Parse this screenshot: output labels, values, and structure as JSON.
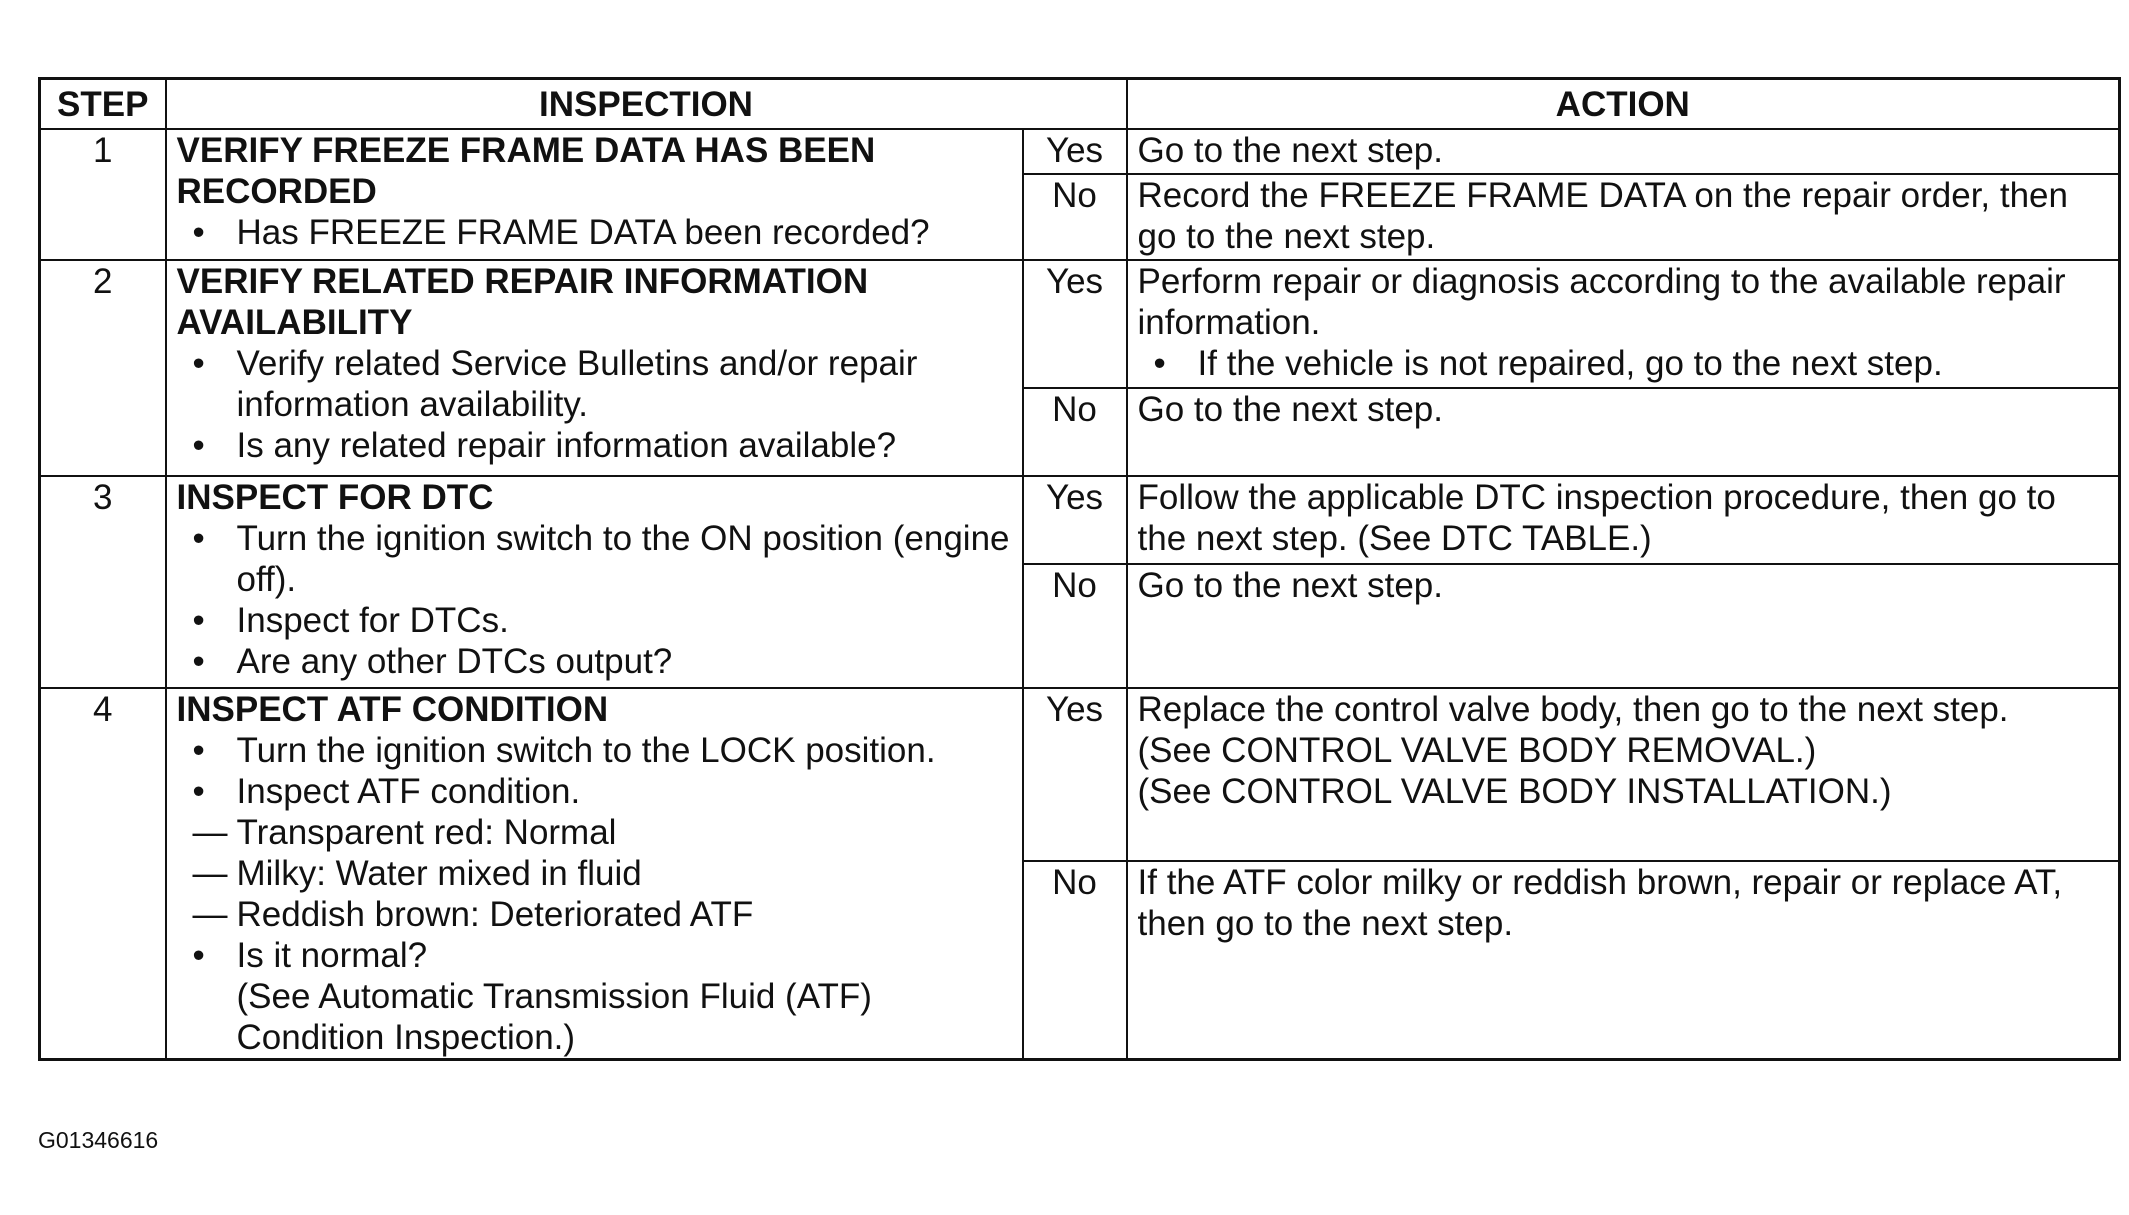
{
  "header": {
    "step": "STEP",
    "inspection": "INSPECTION",
    "action": "ACTION"
  },
  "steps": [
    {
      "num": "1",
      "title": "VERIFY FREEZE FRAME DATA HAS BEEN RECORDED",
      "bullets": [
        "Has FREEZE FRAME DATA been recorded?"
      ],
      "yes_label": "Yes",
      "yes_text": "Go to the next step.",
      "no_label": "No",
      "no_text": "Record the FREEZE FRAME DATA on the repair order, then go to the next step."
    },
    {
      "num": "2",
      "title": "VERIFY RELATED REPAIR INFORMATION AVAILABILITY",
      "bullets": [
        "Verify related Service Bulletins and/or repair information availability.",
        "Is any related repair information available?"
      ],
      "yes_label": "Yes",
      "yes_text": "Perform repair or diagnosis according to the available repair information.",
      "yes_bullet": "If the vehicle is not repaired, go to the next step.",
      "no_label": "No",
      "no_text": "Go to the next step."
    },
    {
      "num": "3",
      "title": "INSPECT FOR DTC",
      "bullets": [
        "Turn the ignition switch to the ON position (engine off).",
        "Inspect for DTCs.",
        "Are any other DTCs output?"
      ],
      "yes_label": "Yes",
      "yes_text": "Follow the applicable DTC inspection procedure, then go to the next step. (See DTC TABLE.)",
      "no_label": "No",
      "no_text": "Go to the next step."
    },
    {
      "num": "4",
      "title": "INSPECT ATF CONDITION",
      "bullets": [
        "Turn the ignition switch to the LOCK position.",
        "Inspect ATF condition."
      ],
      "dashes": [
        "Transparent red: Normal",
        "Milky: Water mixed in fluid",
        "Reddish brown: Deteriorated ATF"
      ],
      "last_bullet": "Is it normal?",
      "last_ref": "(See Automatic Transmission Fluid (ATF) Condition Inspection.)",
      "yes_label": "Yes",
      "yes_text": "Replace the control valve body, then go to the next step.",
      "yes_refs": [
        "(See CONTROL VALVE BODY REMOVAL.)",
        "(See CONTROL VALVE BODY INSTALLATION.)"
      ],
      "no_label": "No",
      "no_text": "If the ATF color milky or reddish brown, repair or replace AT, then go to the next step."
    }
  ],
  "figure_id": "G01346616"
}
